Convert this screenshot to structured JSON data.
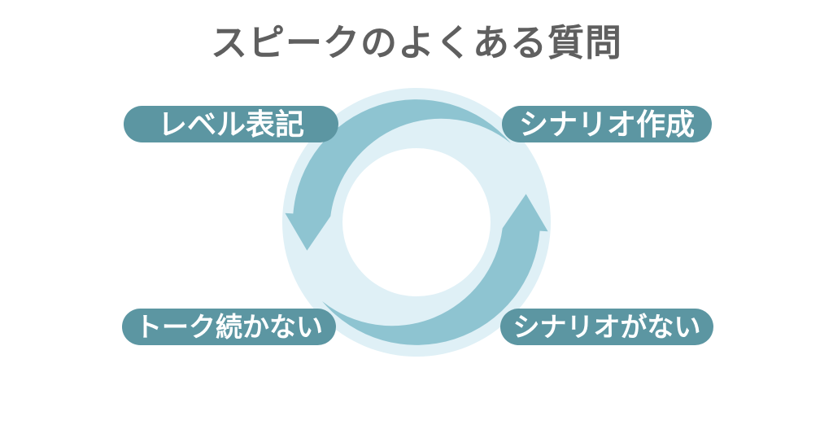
{
  "title": "スピークのよくある質問",
  "badges": {
    "top_left": {
      "label": "レベル表記"
    },
    "top_right": {
      "label": "シナリオ作成"
    },
    "bottom_left": {
      "label": "トーク続かない"
    },
    "bottom_right": {
      "label": "シナリオがない"
    }
  },
  "diagram": {
    "description": "circular cycle with two counterclockwise arrows",
    "icon": "cycle-arrows-icon"
  },
  "colors": {
    "badge_bg": "#5c96a2",
    "badge_text": "#ffffff",
    "arrow": "#8ec4d1",
    "ring": "#dff0f6",
    "inner_circle": "#ffffff",
    "title_text": "#5f5f5f",
    "background": "#ffffff"
  }
}
